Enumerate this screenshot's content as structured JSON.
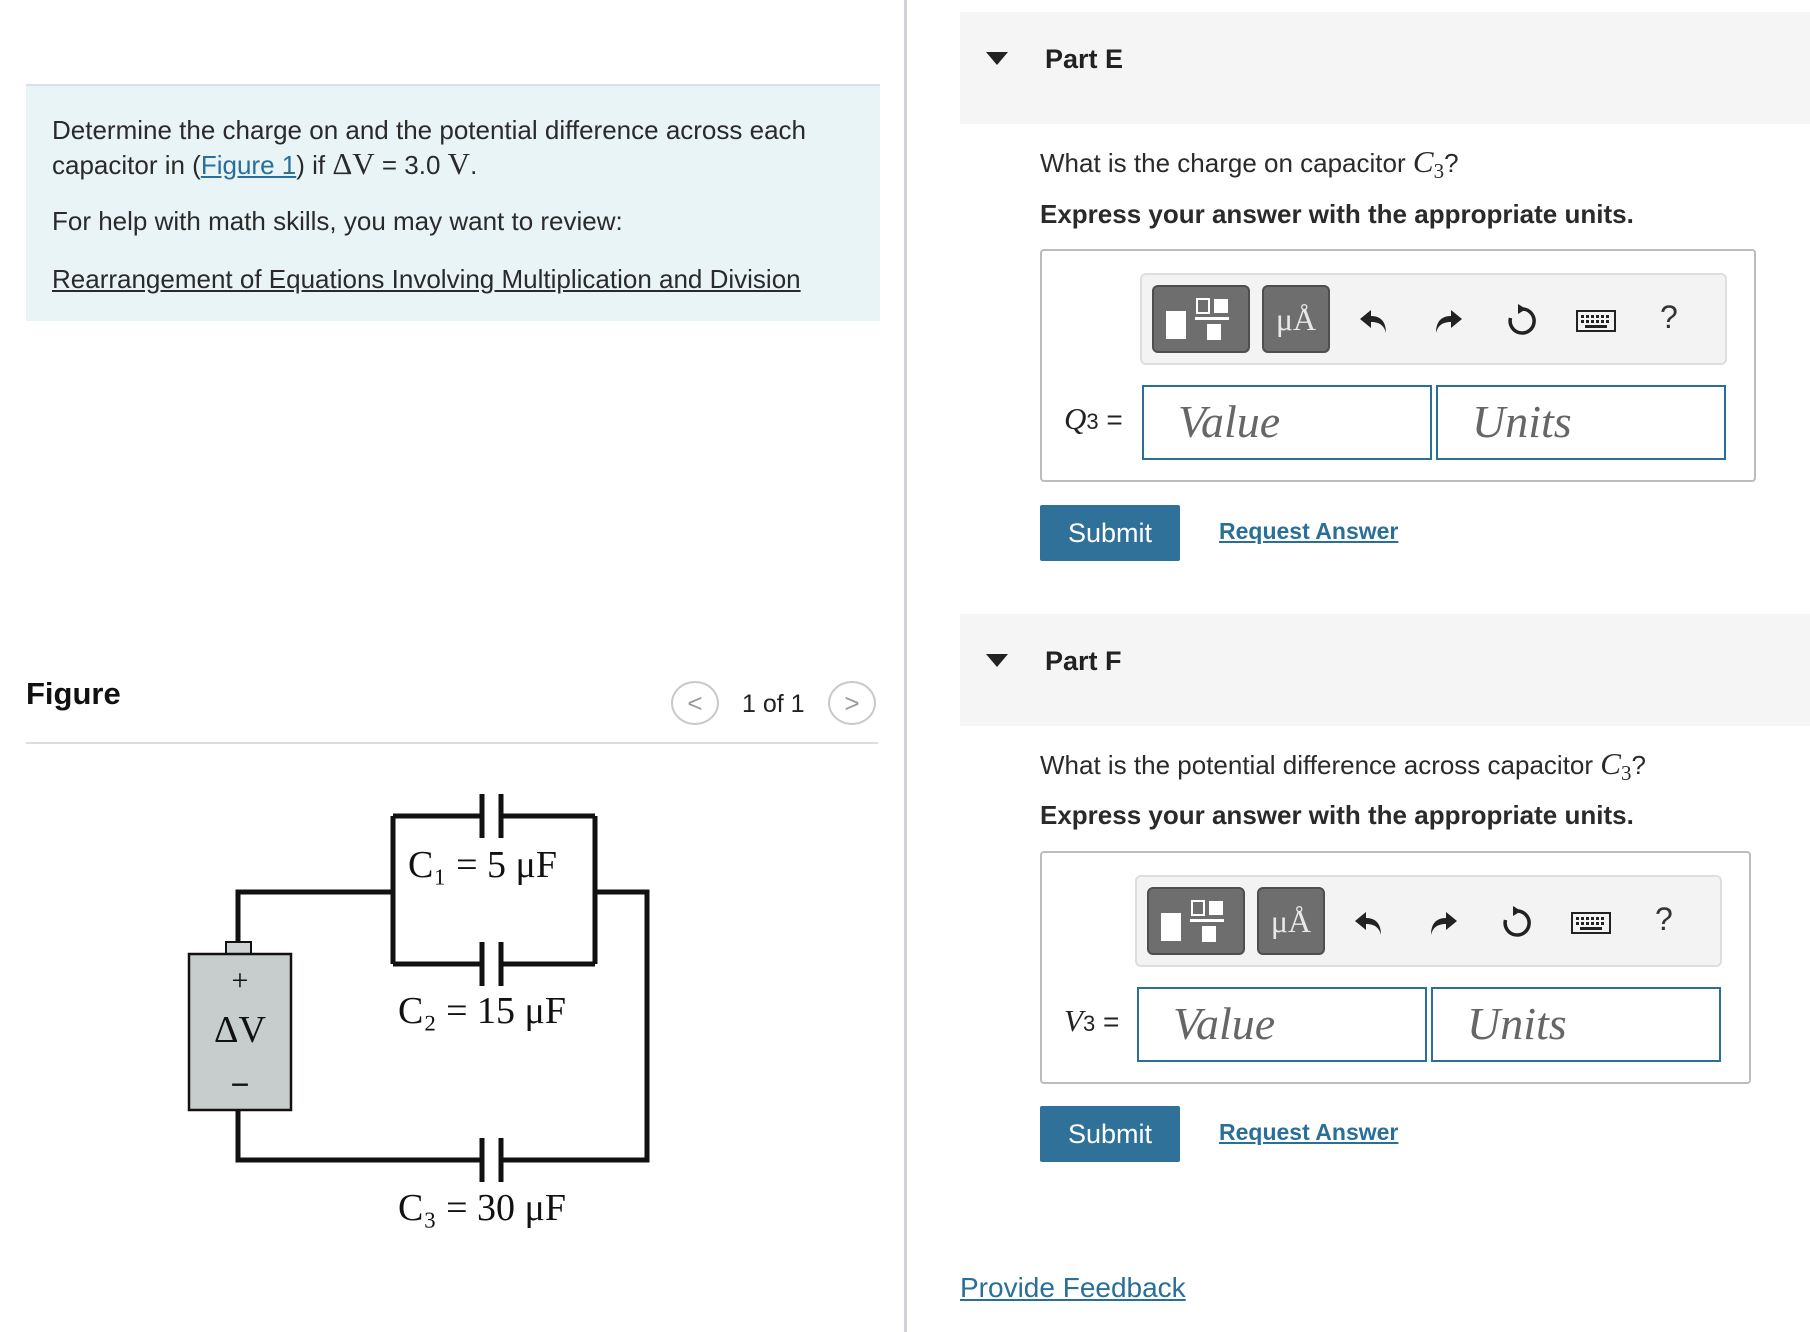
{
  "problem": {
    "text_1": "Determine the charge on and the potential difference across each",
    "text_2_pre": "capacitor in (",
    "figure_link": "Figure 1",
    "text_2_mid": ") if ",
    "delta_v": "ΔV",
    "text_2_eq": " = 3.0 ",
    "unit_v": "V",
    "text_2_end": ".",
    "help_text": "For help with math skills, you may want to review:",
    "review_link": "Rearrangement of Equations Involving Multiplication and Division"
  },
  "figure": {
    "heading": "Figure",
    "prev_label": "<",
    "next_label": ">",
    "count": "1 of 1",
    "c1": "C₁ = 5 μF",
    "c2": "C₂ = 15 μF",
    "c3": "C₃ = 30 μF",
    "battery_plus": "+",
    "battery_label": "ΔV",
    "battery_minus": "−"
  },
  "parts": [
    {
      "title": "Part E",
      "question_pre": "What is the charge on capacitor ",
      "question_var": "C",
      "question_sub": "3",
      "question_post": "?",
      "instruction": "Express your answer with the appropriate units.",
      "toolbar_units_label": "μÅ",
      "help_label": "?",
      "var_label": "Q",
      "var_sub": "3",
      "var_eq": " =",
      "value_placeholder": "Value",
      "units_placeholder": "Units",
      "submit_label": "Submit",
      "request_label": "Request Answer"
    },
    {
      "title": "Part F",
      "question_pre": "What is the potential difference across capacitor ",
      "question_var": "C",
      "question_sub": "3",
      "question_post": "?",
      "instruction": "Express your answer with the appropriate units.",
      "toolbar_units_label": "μÅ",
      "help_label": "?",
      "var_label": "V",
      "var_sub": "3",
      "var_eq": " =",
      "value_placeholder": "Value",
      "units_placeholder": "Units",
      "submit_label": "Submit",
      "request_label": "Request Answer"
    }
  ],
  "feedback_label": "Provide Feedback",
  "colors": {
    "accent": "#2f7199",
    "link": "#2a6f97",
    "intro_bg": "#e9f4f7"
  }
}
